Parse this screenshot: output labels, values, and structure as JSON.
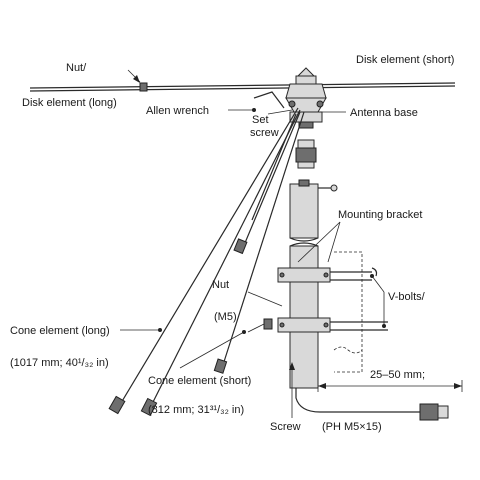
{
  "labels": {
    "nut_top": "Nut/",
    "disk_short": "Disk element (short)",
    "disk_long": "Disk element (long)",
    "allen_wrench": "Allen  wrench",
    "set": "Set",
    "screw_upper": "screw",
    "antenna_base": "Antenna base",
    "mounting_bracket": "Mounting bracket",
    "nut_m5": "Nut",
    "m5": "(M5)",
    "v_bolts": "V-bolts/",
    "cone_long": "Cone element (long)",
    "cone_long_len": "(1017 mm; 40¹/₃₂ in)",
    "cone_short": "Cone element (short)",
    "cone_short_len": "(812 mm; 31³¹/₃₂ in)",
    "dim": "25–50 mm;",
    "screw_bottom": "Screw",
    "ph": "(PH M5×15)"
  }
}
